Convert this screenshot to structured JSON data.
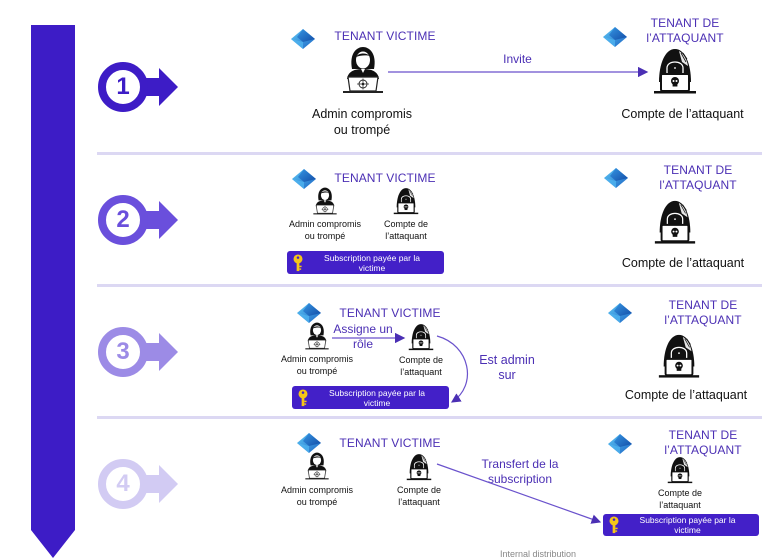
{
  "colors": {
    "timeline": "#3d1cc6",
    "accent_text": "#4b2fb4",
    "step1": "#3d1cc6",
    "step2": "#6a4fdc",
    "step3": "#9c8be6",
    "step4": "#d2cbf3",
    "subscription_box": "#4320c8",
    "key": "#f5c518",
    "separator": "#dcd8f3"
  },
  "icons": {
    "azure": "azure-entra-icon",
    "victim": "admin-user-laptop-icon",
    "attacker": "hacker-laptop-icon",
    "key": "key-icon"
  },
  "steps": [
    {
      "number": "1",
      "victim_tenant": "TENANT VICTIME",
      "attacker_tenant_line1": "TENANT DE",
      "attacker_tenant_line2": "l’ATTAQUANT",
      "victim_caption_line1": "Admin compromis",
      "victim_caption_line2": "ou trompé",
      "attacker_caption": "Compte de l’attaquant",
      "flow_label": "Invite"
    },
    {
      "number": "2",
      "victim_tenant": "TENANT VICTIME",
      "attacker_tenant_line1": "TENANT DE",
      "attacker_tenant_line2": "l’ATTAQUANT",
      "victim_caption_line1": "Admin compromis",
      "victim_caption_line2": "ou trompé",
      "inner_attacker_line1": "Compte de",
      "inner_attacker_line2": "l’attaquant",
      "attacker_caption": "Compte de l’attaquant",
      "subscription_line1": "Subscription payée par la",
      "subscription_line2": "victime"
    },
    {
      "number": "3",
      "victim_tenant": "TENANT VICTIME",
      "attacker_tenant_line1": "TENANT DE",
      "attacker_tenant_line2": "l’ATTAQUANT",
      "victim_caption_line1": "Admin compromis",
      "victim_caption_line2": "ou trompé",
      "inner_attacker_line1": "Compte de",
      "inner_attacker_line2": "l’attaquant",
      "attacker_caption": "Compte de l’attaquant",
      "flow_label_line1": "Assigne un",
      "flow_label_line2": "rôle",
      "admin_label_line1": "Est admin",
      "admin_label_line2": "sur",
      "subscription_line1": "Subscription payée par la",
      "subscription_line2": "victime"
    },
    {
      "number": "4",
      "victim_tenant": "TENANT VICTIME",
      "attacker_tenant_line1": "TENANT DE",
      "attacker_tenant_line2": "l’ATTAQUANT",
      "victim_caption_line1": "Admin compromis",
      "victim_caption_line2": "ou trompé",
      "inner_attacker_line1": "Compte de",
      "inner_attacker_line2": "l’attaquant",
      "attacker_caption_line1": "Compte de",
      "attacker_caption_line2": "l’attaquant",
      "flow_label_line1": "Transfert de la",
      "flow_label_line2": "subscription",
      "subscription_line1": "Subscription payée par la",
      "subscription_line2": "victime"
    }
  ],
  "footer": "Internal distribution"
}
